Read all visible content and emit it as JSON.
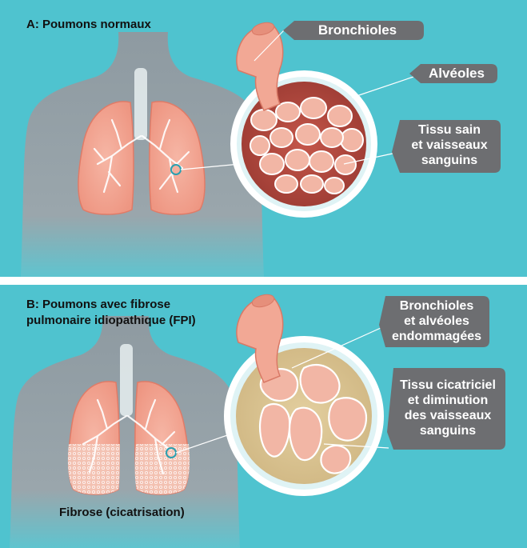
{
  "colors": {
    "background": "#4fc3cf",
    "divider": "#ffffff",
    "body_silhouette": "#8e9aa1",
    "lung_fill": "#f1a28f",
    "lung_edge": "#e07b67",
    "bronchi": "#ffffff",
    "callout_bg": "#6d6e71",
    "callout_text": "#ffffff",
    "alveoli": "#f0b09f",
    "tissue_healthy": "#b0453b",
    "tissue_fibrosis": "#d8c08f"
  },
  "panel_a": {
    "title": "A: Poumons normaux",
    "labels": {
      "bronchioles": "Bronchioles",
      "alveoles": "Alvéoles",
      "tissue_line1": "Tissu sain",
      "tissue_line2": "et vaisseaux",
      "tissue_line3": "sanguins"
    }
  },
  "panel_b": {
    "title_line1": "B: Poumons avec fibrose",
    "title_line2": "pulmonaire idiopathique (FPI)",
    "labels": {
      "damaged_line1": "Bronchioles",
      "damaged_line2": "et alvéoles",
      "damaged_line3": "endommagées",
      "scar_line1": "Tissu cicatriciel",
      "scar_line2": "et diminution",
      "scar_line3": "des vaisseaux",
      "scar_line4": "sanguins"
    },
    "fibrosis_caption": "Fibrose (cicatrisation)"
  }
}
